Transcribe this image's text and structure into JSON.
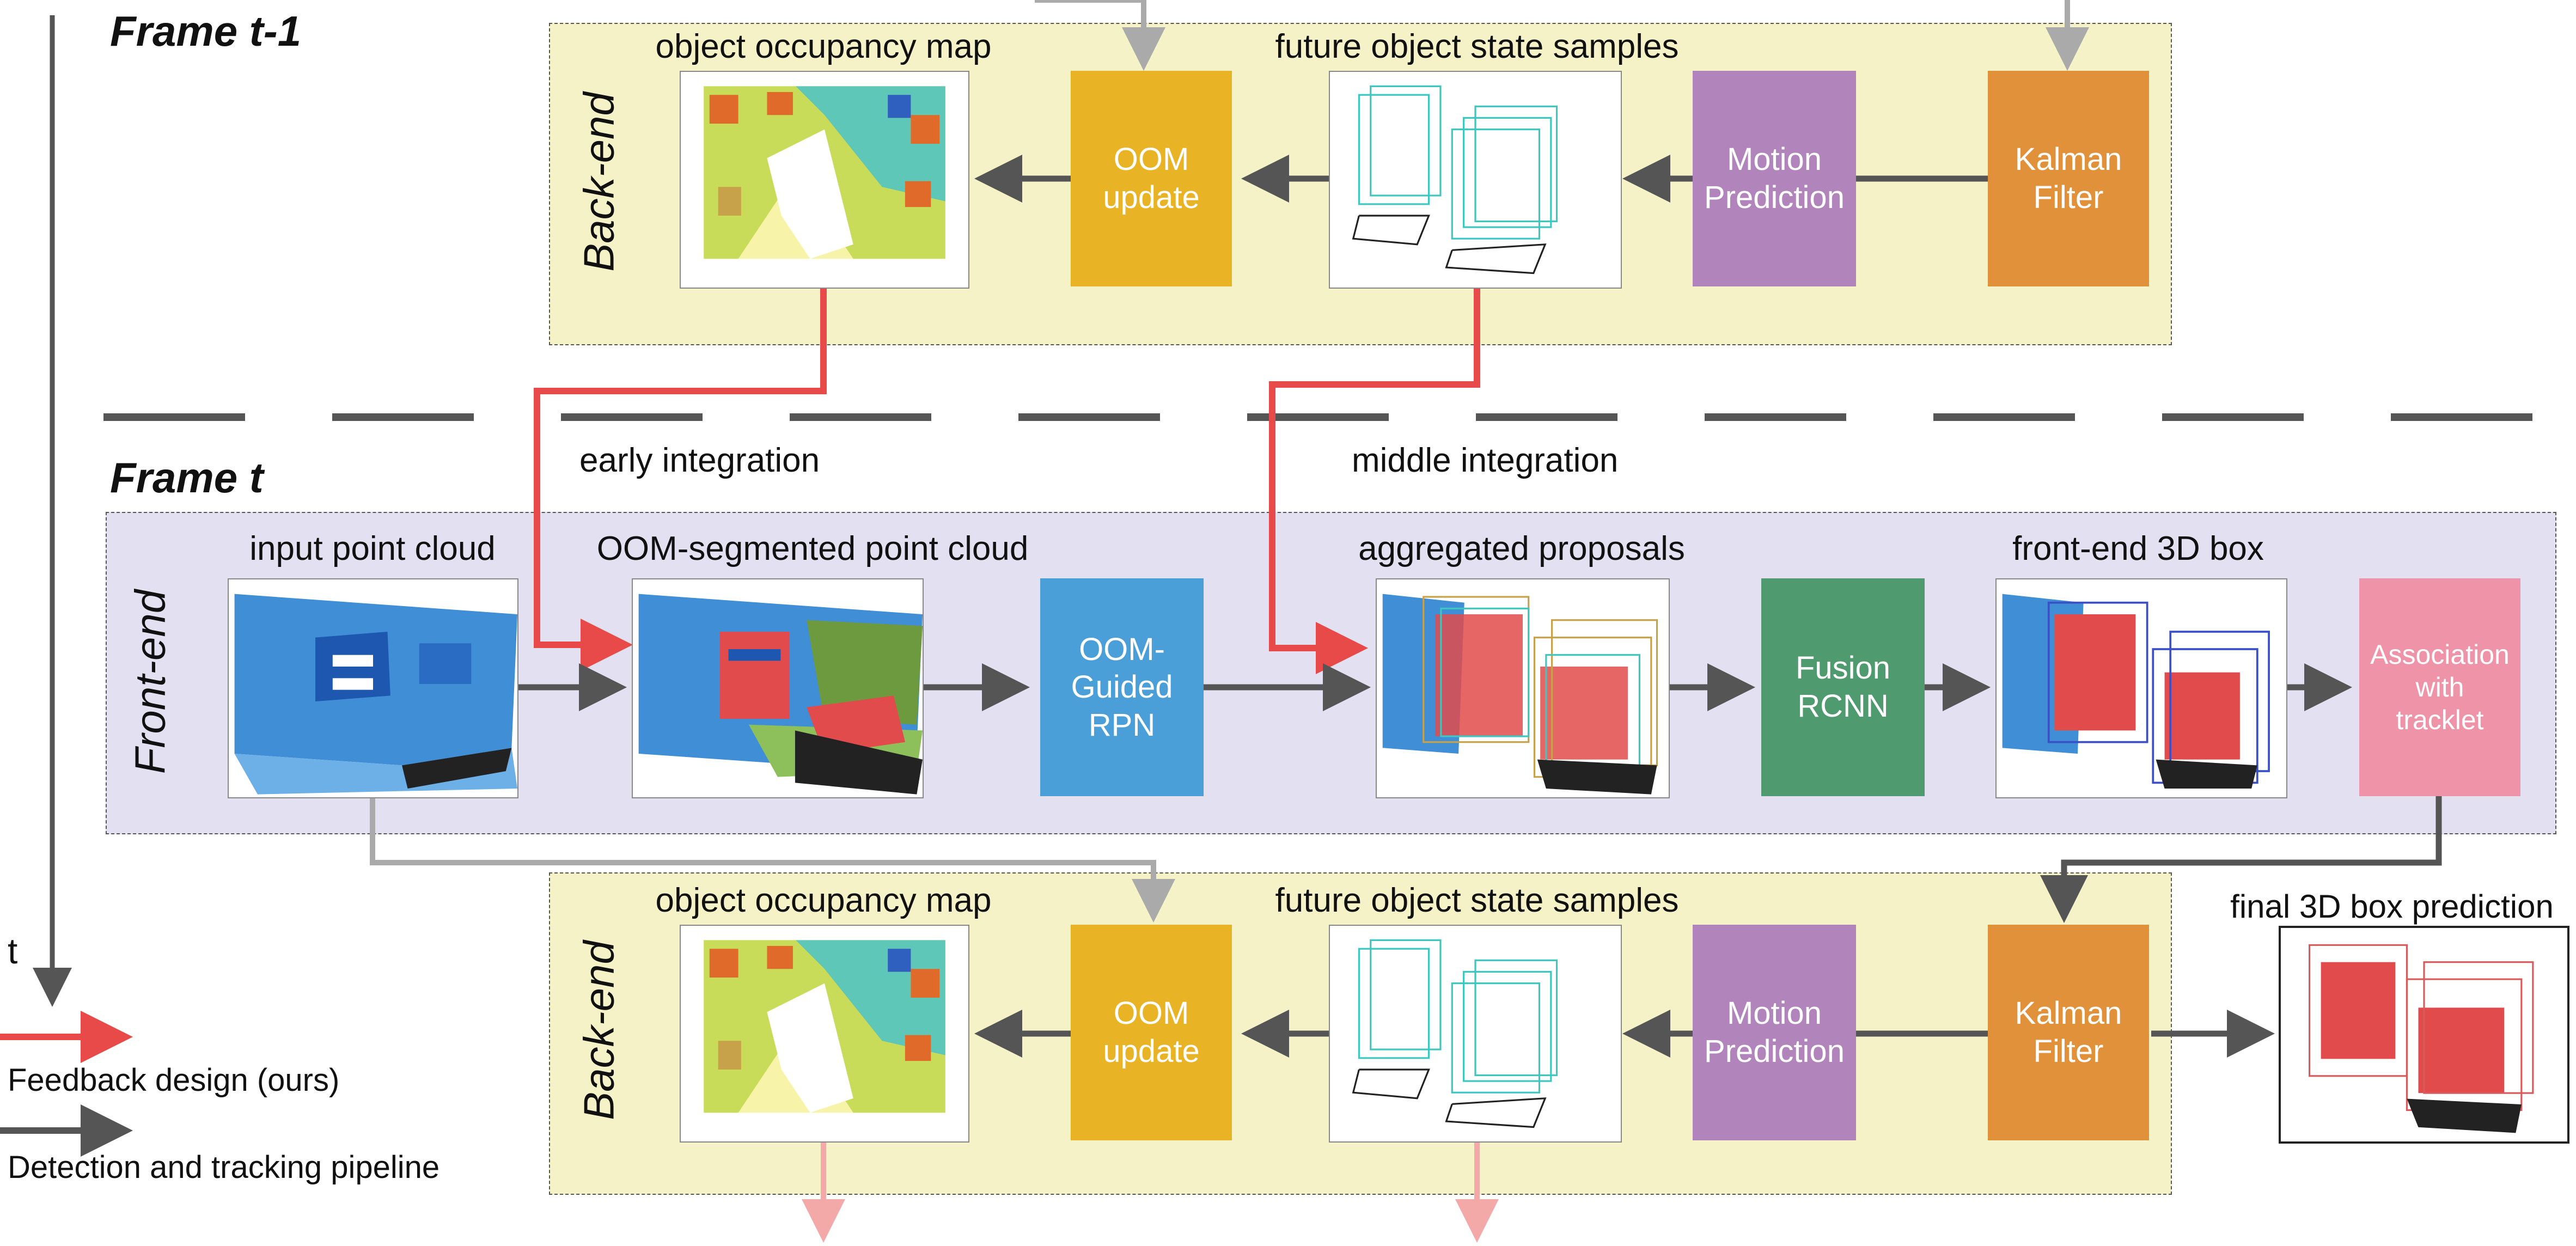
{
  "frames": {
    "prev_label": "Frame t-1",
    "curr_label": "Frame t"
  },
  "stages": {
    "back_end": "Back-end",
    "front_end": "Front-end"
  },
  "back_end_row": {
    "occupancy_caption": "object occupancy map",
    "samples_caption": "future object state samples",
    "oom_update": "OOM\nupdate",
    "motion_prediction": "Motion\nPrediction",
    "kalman_filter": "Kalman\nFilter"
  },
  "integration": {
    "early": "early integration",
    "middle": "middle integration"
  },
  "front_end_row": {
    "input_caption": "input point cloud",
    "segmented_caption": "OOM-segmented point cloud",
    "rpn": "OOM-\nGuided\nRPN",
    "aggregated_caption": "aggregated proposals",
    "fusion": "Fusion\nRCNN",
    "box_caption": "front-end 3D box",
    "association": "Association\nwith\ntracklet"
  },
  "final_caption": "final 3D box prediction",
  "time_label": "t",
  "legend": {
    "feedback": "Feedback design (ours)",
    "pipeline": "Detection and tracking pipeline"
  },
  "colors": {
    "oom_update": "#e9b326",
    "motion_prediction": "#b184bb",
    "kalman_filter": "#e0913a",
    "rpn": "#4a9fd8",
    "fusion": "#4f9a6e",
    "association": "#ef93a8",
    "feedback_arrow": "#e84a4a",
    "pipeline_arrow": "#555555",
    "back_panel": "#f6f2c8",
    "front_panel": "#e3e1f1"
  },
  "icons": {
    "occupancy_map": "occupancy-map-thumbnail",
    "state_samples": "wireframe-boxes-thumbnail",
    "point_cloud": "point-cloud-thumbnail"
  }
}
